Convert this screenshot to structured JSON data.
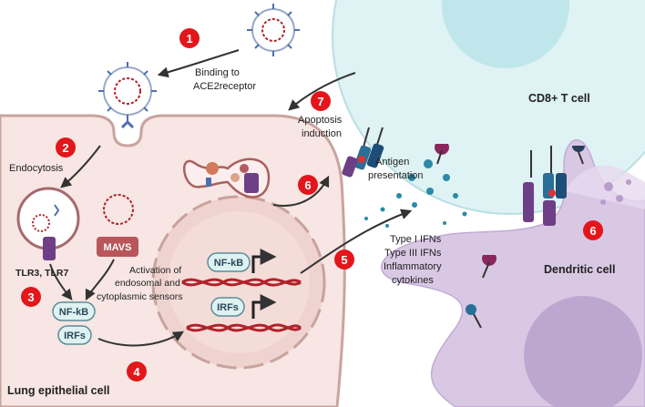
{
  "labels": {
    "binding": [
      "Binding to",
      "ACE2receptor"
    ],
    "endocytosis": "Endocytosis",
    "receptors": "TLR3, TLR7",
    "activation": [
      "Activation of",
      "endosomal and",
      "cytoplasmic sensors"
    ],
    "mavs": "MAVS",
    "nfkb": "NF-kB",
    "irfs": "IRFs",
    "apoptosis": [
      "Apoptosis",
      "induction"
    ],
    "antigen": [
      "Antigen",
      "presentation"
    ],
    "cytokines": [
      "Type I IFNs",
      "Type III IFNs",
      "Inflammatory",
      "cytokines"
    ],
    "cd8": "CD8+ T cell",
    "dendritic": "Dendritic cell",
    "lung": "Lung epithelial cell"
  },
  "steps": [
    "1",
    "2",
    "3",
    "4",
    "5",
    "6",
    "6",
    "7"
  ],
  "colors": {
    "step_badge": "#e3161b",
    "epithelial": "#f7e6e3",
    "epithelial_border": "#c9a49e",
    "tcell": "#dff2f4",
    "tcell_nucleus": "#bfe6ea",
    "dendritic": "#d9c8e4",
    "dendritic_nucleus": "#bda7d0",
    "mavs": "#b8565a",
    "pill": "#dff2f2",
    "receptor": "#6e3f86",
    "virus_spike": "#4d6fae",
    "rna": "#b0222a"
  }
}
